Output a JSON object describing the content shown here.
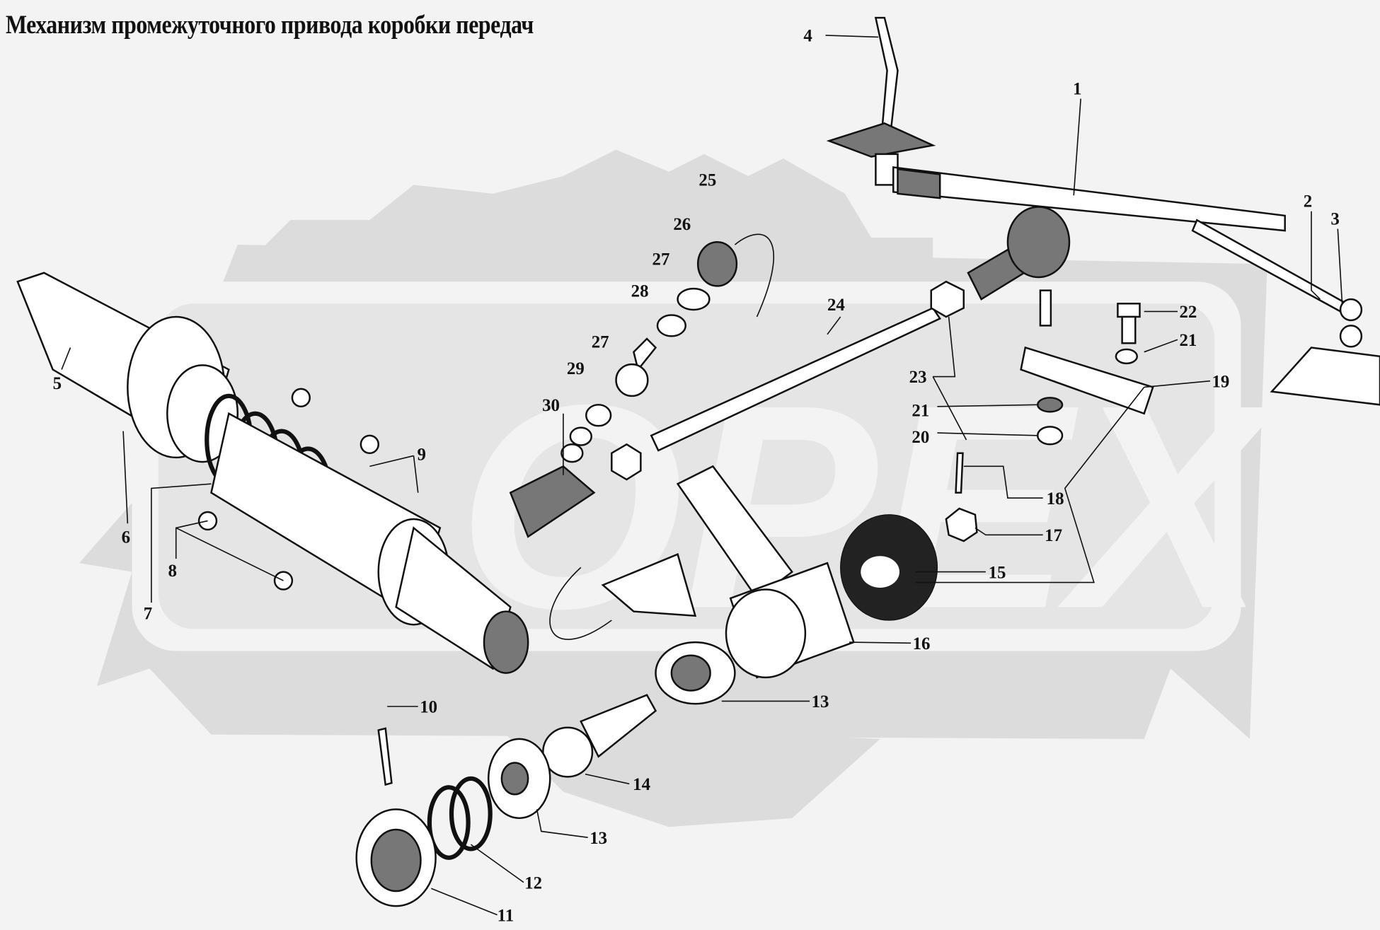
{
  "title": "Механизм промежуточного привода коробки передач",
  "watermark": "OPEX",
  "callouts": [
    {
      "n": "1"
    },
    {
      "n": "2"
    },
    {
      "n": "3"
    },
    {
      "n": "4"
    },
    {
      "n": "5"
    },
    {
      "n": "6"
    },
    {
      "n": "7"
    },
    {
      "n": "8"
    },
    {
      "n": "9"
    },
    {
      "n": "10"
    },
    {
      "n": "11"
    },
    {
      "n": "12"
    },
    {
      "n": "13"
    },
    {
      "n": "13"
    },
    {
      "n": "14"
    },
    {
      "n": "15"
    },
    {
      "n": "16"
    },
    {
      "n": "17"
    },
    {
      "n": "18"
    },
    {
      "n": "19"
    },
    {
      "n": "20"
    },
    {
      "n": "21"
    },
    {
      "n": "21"
    },
    {
      "n": "22"
    },
    {
      "n": "23"
    },
    {
      "n": "24"
    },
    {
      "n": "25"
    },
    {
      "n": "26"
    },
    {
      "n": "27"
    },
    {
      "n": "27"
    },
    {
      "n": "28"
    },
    {
      "n": "29"
    },
    {
      "n": "30"
    }
  ],
  "colors": {
    "background": "#f3f3f3",
    "watermark": "#dcdcdc",
    "ink": "#111111"
  }
}
